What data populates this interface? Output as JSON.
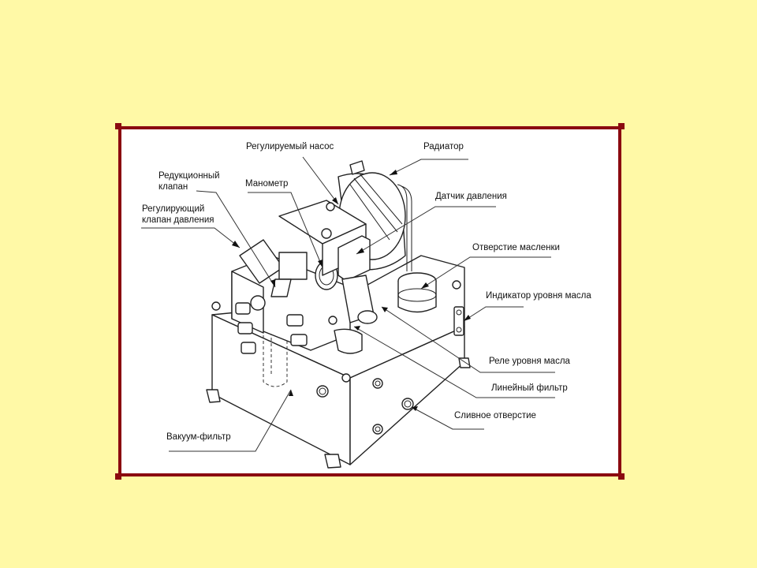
{
  "colors": {
    "background": "#fff9a6",
    "frame_border": "#8b0a10",
    "frame_fill": "#ffffff"
  },
  "labels": {
    "pump": "Регулируемый насос",
    "radiator": "Радиатор",
    "reducing_valve_1": "Редукционный",
    "reducing_valve_2": "клапан",
    "manometer": "Манометр",
    "pressure_sensor": "Датчик давления",
    "pressure_valve_1": "Регулирующий",
    "pressure_valve_2": "клапан давления",
    "oiler_hole": "Отверстие масленки",
    "oil_level_indicator": "Индикатор уровня масла",
    "oil_level_relay": "Реле уровня масла",
    "line_filter": "Линейный фильтр",
    "drain_hole": "Сливное отверстие",
    "vacuum_filter": "Вакуум-фильтр"
  }
}
